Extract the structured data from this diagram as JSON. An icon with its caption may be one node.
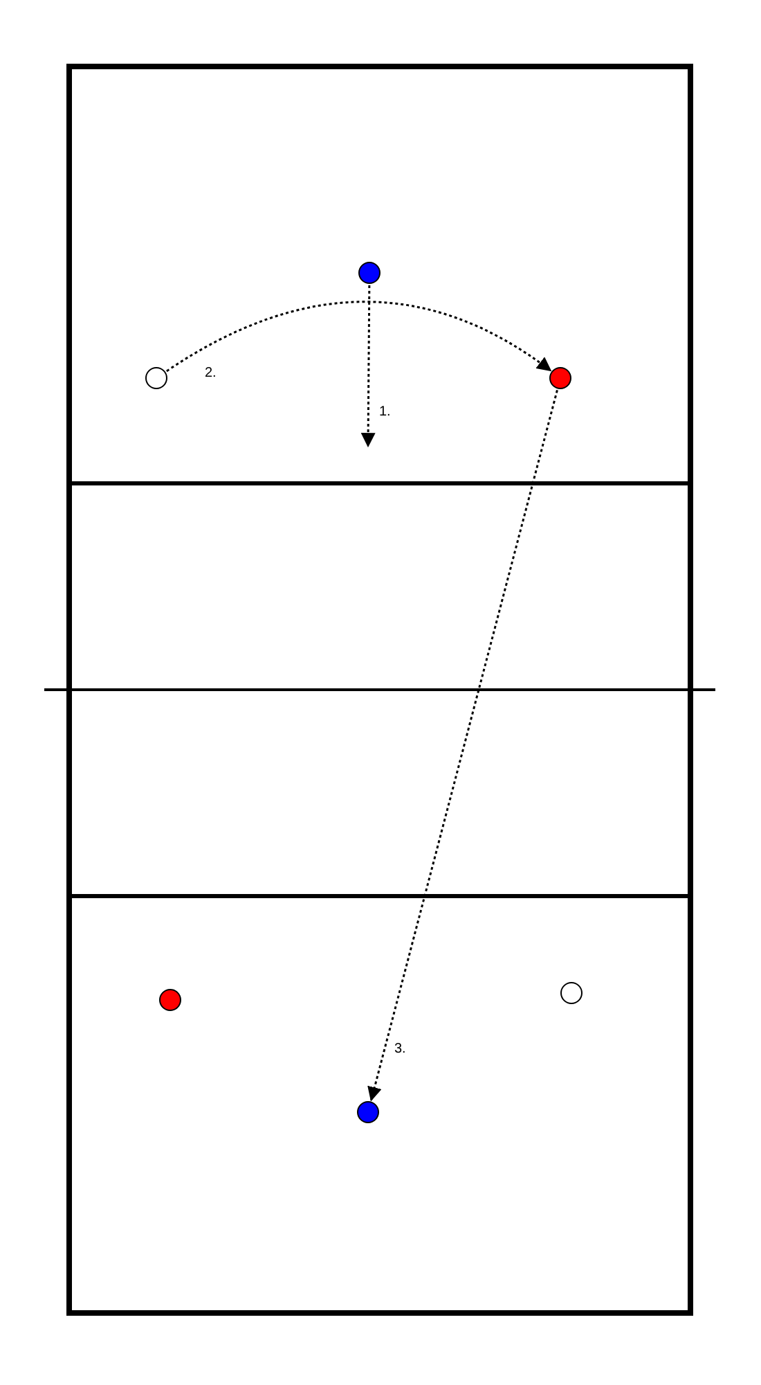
{
  "diagram": {
    "nodes": [
      {
        "text": [],
        "shape": "circle"
      },
      {
        "text": [],
        "shape": "circle"
      },
      {
        "text": [],
        "shape": "circle"
      },
      {
        "text": [],
        "shape": "circle"
      },
      {
        "text": [],
        "shape": "circle"
      },
      {
        "text": [],
        "shape": "circle"
      }
    ],
    "edges": [
      {
        "from": 0,
        "to": null,
        "arrow": "to",
        "label": "1."
      },
      {
        "from": 1,
        "to": 2,
        "arrow": "to",
        "label": "2."
      },
      {
        "from": 2,
        "to": 5,
        "arrow": "to",
        "label": "3."
      }
    ]
  }
}
